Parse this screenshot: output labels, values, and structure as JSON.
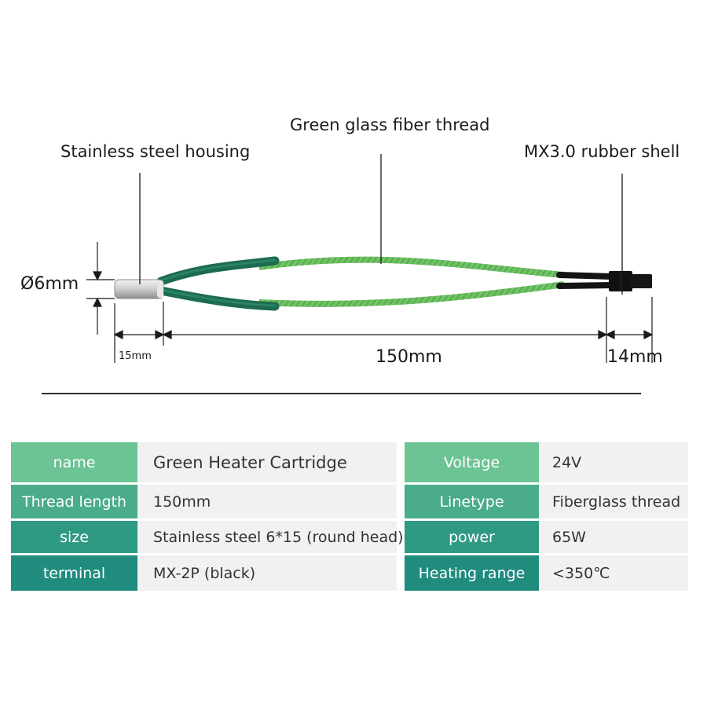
{
  "diagram": {
    "callouts": {
      "housing": "Stainless steel housing",
      "fiber": "Green glass fiber thread",
      "shell": "MX3.0 rubber shell"
    },
    "dimensions": {
      "diameter": "Ø6mm",
      "housing_length": "15mm",
      "thread_length": "150mm",
      "terminal_length": "14mm"
    }
  },
  "specs": {
    "rows": [
      {
        "label": "name",
        "value": "Green Heater Cartridge",
        "label2": "Voltage",
        "value2": "24V"
      },
      {
        "label": "Thread length",
        "value": "150mm",
        "label2": "Linetype",
        "value2": "Fiberglass thread"
      },
      {
        "label": "size",
        "value": "Stainless steel 6*15 (round head)",
        "label2": "power",
        "value2": "65W"
      },
      {
        "label": "terminal",
        "value": "MX-2P (black)",
        "label2": "Heating range",
        "value2": "<350℃"
      }
    ]
  },
  "colors": {
    "header_green": [
      "#6cc393",
      "#4aac89",
      "#2f9a83",
      "#1f8c7e"
    ],
    "sleeve": "#1c6b52",
    "thread": "#5bb154",
    "housing": "#c9c9c9",
    "connector": "#111111"
  }
}
